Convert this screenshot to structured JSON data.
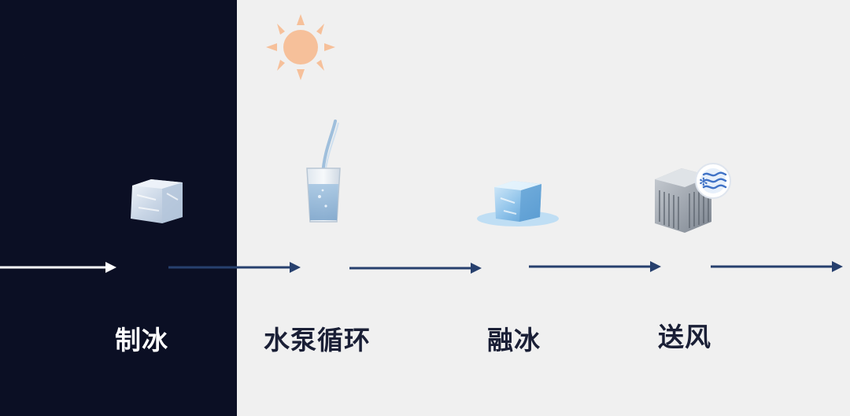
{
  "colors": {
    "night_bg": "#0b0f24",
    "day_bg": "#f0f0f0",
    "arrow_night": "#ffffff",
    "arrow_day": "#27406e",
    "moon": "#f3d98b",
    "sun": "#f6c09a",
    "label_night": "#ffffff",
    "label_day": "#1a1f36"
  },
  "phases": {
    "night": {
      "icon": "moon-icon"
    },
    "day": {
      "icon": "sun-icon"
    }
  },
  "steps": [
    {
      "label": "制冰",
      "icon": "ice-cube-icon"
    },
    {
      "label": "水泵循环",
      "icon": "water-glass-icon"
    },
    {
      "label": "融冰",
      "icon": "melting-ice-icon"
    },
    {
      "label": "送风",
      "icon": "air-conditioner-fan-icon"
    }
  ]
}
